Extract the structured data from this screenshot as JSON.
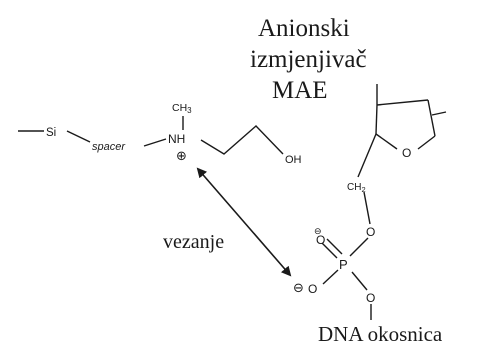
{
  "labels": {
    "exchanger_title_line1": "Anionski",
    "exchanger_title_line2": "izmjenjivač",
    "exchanger_title_line3": "MAE",
    "binding": "vezanje",
    "dna_backbone": "DNA okosnica"
  },
  "atoms": {
    "silicon": "Si",
    "spacer": "spacer",
    "nitrogen_h": "NH",
    "methyl": "CH",
    "methyl_subscript": "3",
    "hydroxyl": "OH",
    "methylene": "CH",
    "methylene_subscript": "2",
    "ring_oxygen": "O",
    "ester_oxygen_top": "O",
    "phosphorus": "P",
    "double_bond_oxygen": "O",
    "anionic_oxygen": "O",
    "ester_oxygen_bottom": "O"
  },
  "charges": {
    "positive": "⊕",
    "negative_left": "⊖",
    "negative_top": "⊖"
  },
  "colors": {
    "ink": "#1a1a1a"
  }
}
